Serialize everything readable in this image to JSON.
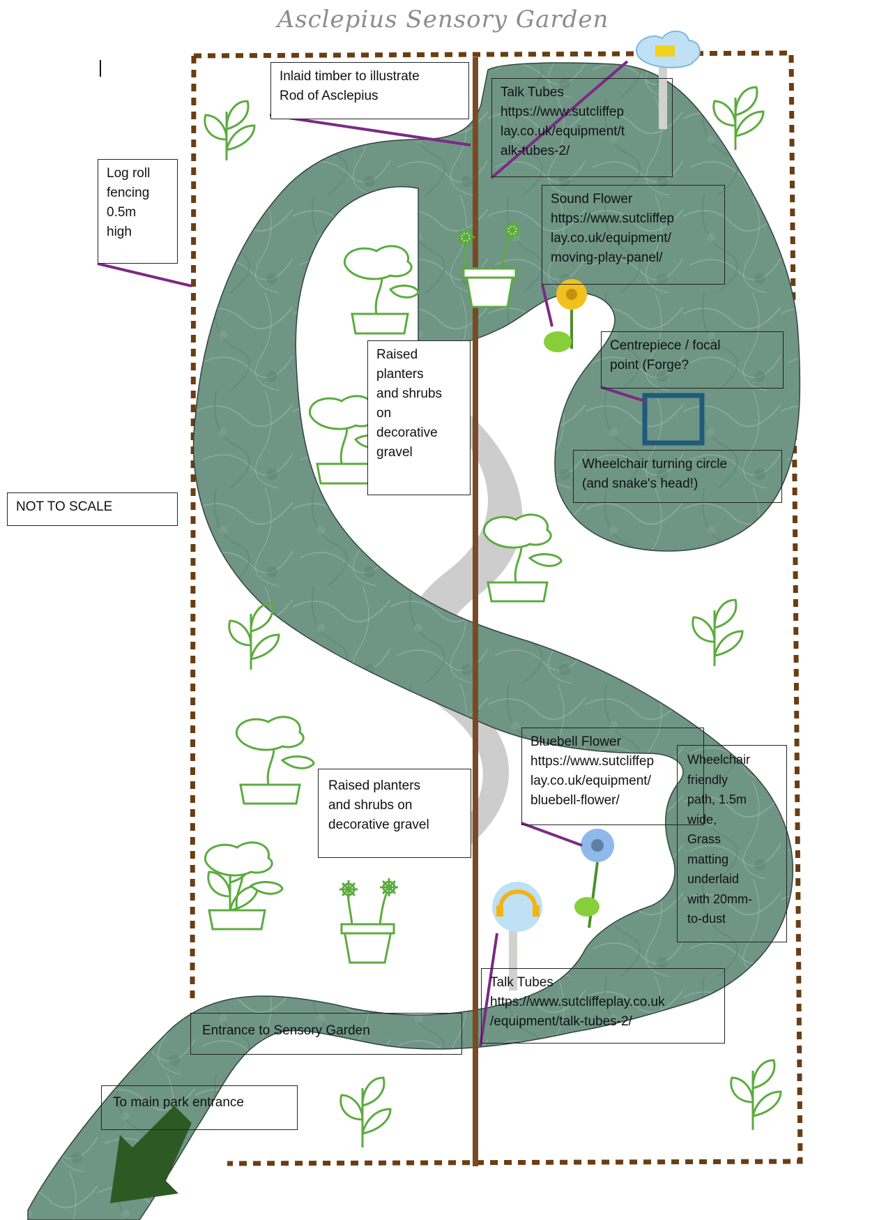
{
  "title": "Asclepius Sensory Garden",
  "labels": {
    "inlaid_timber": "Inlaid timber to illustrate\nRod of Asclepius",
    "talk_tubes_top": "Talk Tubes\nhttps://www.sutcliffep\nlay.co.uk/equipment/t\nalk-tubes-2/",
    "log_roll": "Log roll\nfencing\n0.5m\nhigh",
    "sound_flower": "Sound Flower\nhttps://www.sutcliffep\nlay.co.uk/equipment/\nmoving-play-panel/",
    "raised_planters_top": "Raised\nplanters\nand shrubs\non\ndecorative\ngravel",
    "centrepiece": "Centrepiece / focal\npoint (Forge?",
    "wheelchair_circle": "Wheelchair turning circle\n(and snake's head!)",
    "not_to_scale": "NOT TO SCALE",
    "bluebell_flower": "Bluebell Flower\nhttps://www.sutcliffep\nlay.co.uk/equipment/\nbluebell-flower/",
    "wheelchair_path": "Wheelchair\nfriendly\npath, 1.5m\nwide,\nGrass\nmatting\nunderlaid\nwith 20mm-\nto-dust",
    "raised_planters_bottom": "Raised planters\nand shrubs on\ndecorative gravel",
    "talk_tubes_bottom": "Talk Tubes\nhttps://www.sutcliffeplay.co.uk\n/equipment/talk-tubes-2/",
    "entrance": "Entrance to Sensory Garden",
    "main_park": "To main park entrance"
  },
  "colors": {
    "path": "#6f9585",
    "path_dark": "#4e7566",
    "fence": "#6b3d12",
    "rod": "#7a4a22",
    "leader": "#7b2a83",
    "plant": "#5cab3f",
    "focal": "#1f5a7a",
    "arrow": "#2c5a22",
    "snake_shadow": "#c8c8c8"
  },
  "icons": [
    "sprout-icon",
    "bonsai-icon",
    "flower-pot-icon",
    "sound-flower-icon",
    "bluebell-flower-icon",
    "talk-tube-icon",
    "forge-square-icon",
    "exit-arrow-icon"
  ]
}
